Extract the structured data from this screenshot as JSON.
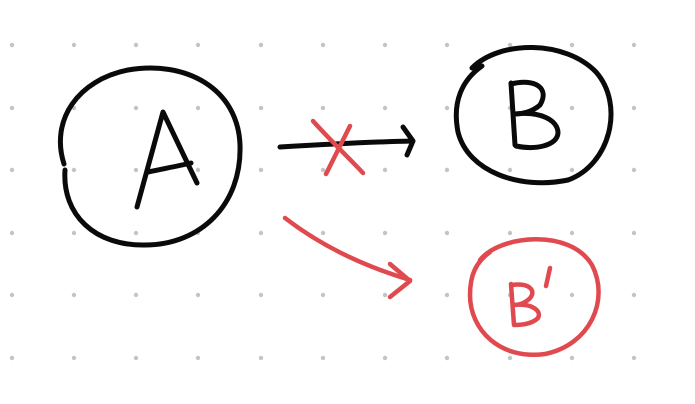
{
  "colors": {
    "background": "#ffffff",
    "grid_dot": "#c4c4c4",
    "ink_black": "#0a0a0a",
    "ink_red": "#e04a4f"
  },
  "nodes": [
    {
      "id": "A",
      "label": "A",
      "color": "black"
    },
    {
      "id": "B",
      "label": "B",
      "color": "black"
    },
    {
      "id": "B-prime",
      "label": "B'",
      "color": "red"
    }
  ],
  "edges": [
    {
      "from": "A",
      "to": "B",
      "color": "black",
      "crossed_out": true
    },
    {
      "from": "A",
      "to": "B-prime",
      "color": "red",
      "crossed_out": false
    }
  ]
}
